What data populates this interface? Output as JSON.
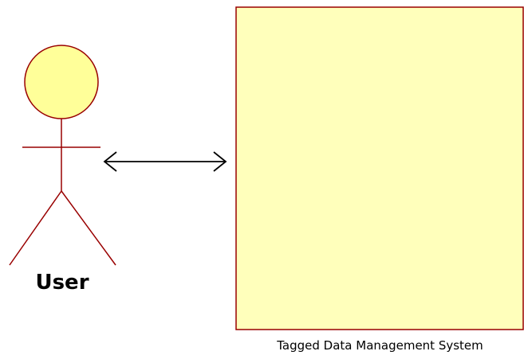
{
  "actor": {
    "label": "User",
    "fill_color": "#ffff99",
    "stroke_color": "#990000"
  },
  "system": {
    "label": "Tagged Data Management System",
    "fill_color": "#ffffbb",
    "stroke_color": "#990000"
  },
  "association": {
    "type": "bidirectional-arrow",
    "from": "User",
    "to": "Tagged Data Management System",
    "color": "#000000"
  }
}
